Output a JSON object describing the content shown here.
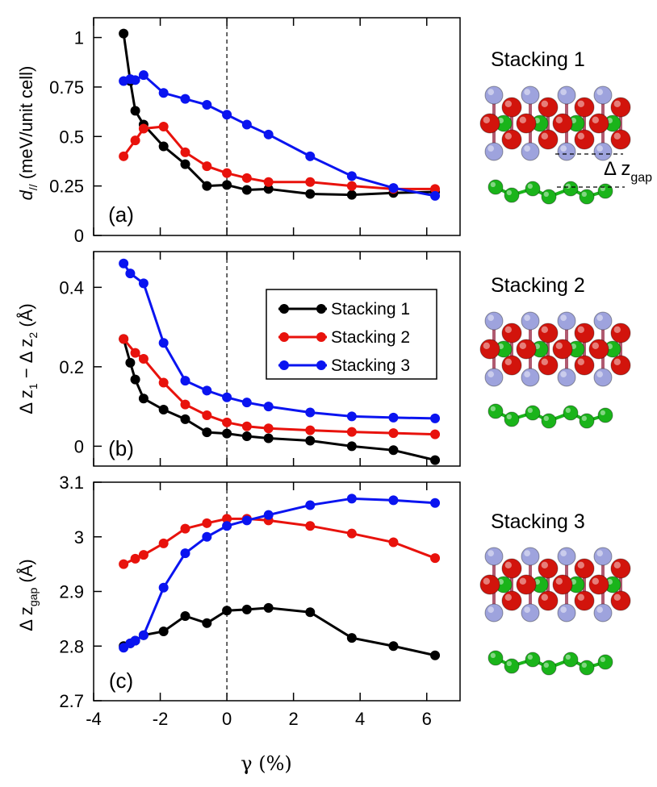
{
  "colors": {
    "s1": "#000000",
    "s2": "#e8120c",
    "s3": "#0a14f0",
    "N": "#9ea3dd",
    "metal": "#d2140c",
    "green": "#1ab41a"
  },
  "x_axis": {
    "label": "γ (%)",
    "ticks": [
      {
        "v": -4,
        "t": "-4"
      },
      {
        "v": -2,
        "t": "-2"
      },
      {
        "v": 0,
        "t": "0"
      },
      {
        "v": 2,
        "t": "2"
      },
      {
        "v": 4,
        "t": "4"
      },
      {
        "v": 6,
        "t": "6"
      }
    ]
  },
  "legend": {
    "items": [
      "Stacking 1",
      "Stacking 2",
      "Stacking 3"
    ]
  },
  "structures": {
    "s1_label": "Stacking 1",
    "s2_label": "Stacking 2",
    "s3_label": "Stacking 3",
    "dz_text": "Δ z",
    "dz_sub": "gap"
  },
  "chart_data": [
    {
      "type": "line",
      "panel_label": "(a)",
      "ylabel": "d// (meV/unit cell)",
      "xlim": [
        -4,
        7
      ],
      "ylim": [
        0,
        1.1
      ],
      "yticks": [
        {
          "v": 0,
          "t": "0"
        },
        {
          "v": 0.25,
          "t": "0.25"
        },
        {
          "v": 0.5,
          "t": "0.5"
        },
        {
          "v": 0.75,
          "t": "0.75"
        },
        {
          "v": 1,
          "t": "1"
        }
      ],
      "series": [
        {
          "name": "Stacking 1",
          "color": "#000000",
          "x": [
            -3.1,
            -2.9,
            -2.75,
            -2.5,
            -1.9,
            -1.25,
            -0.6,
            0,
            0.6,
            1.25,
            2.5,
            3.75,
            5,
            6.25
          ],
          "y": [
            1.02,
            0.78,
            0.63,
            0.56,
            0.45,
            0.36,
            0.25,
            0.255,
            0.23,
            0.235,
            0.21,
            0.205,
            0.215,
            0.22
          ]
        },
        {
          "name": "Stacking 2",
          "color": "#e8120c",
          "x": [
            -3.1,
            -2.75,
            -2.5,
            -1.9,
            -1.25,
            -0.6,
            0,
            0.6,
            1.25,
            2.5,
            3.75,
            5,
            6.25
          ],
          "y": [
            0.4,
            0.48,
            0.54,
            0.55,
            0.42,
            0.35,
            0.315,
            0.29,
            0.27,
            0.27,
            0.25,
            0.235,
            0.235
          ]
        },
        {
          "name": "Stacking 3",
          "color": "#0a14f0",
          "x": [
            -3.1,
            -2.9,
            -2.75,
            -2.5,
            -1.9,
            -1.25,
            -0.6,
            0,
            0.6,
            1.25,
            2.5,
            3.75,
            5,
            6.25
          ],
          "y": [
            0.78,
            0.79,
            0.785,
            0.81,
            0.72,
            0.69,
            0.66,
            0.61,
            0.56,
            0.51,
            0.4,
            0.3,
            0.24,
            0.2
          ]
        }
      ]
    },
    {
      "type": "line",
      "panel_label": "(b)",
      "ylabel": "Δ z1 − Δ z2 (Å)",
      "xlim": [
        -4,
        7
      ],
      "ylim": [
        -0.05,
        0.49
      ],
      "yticks": [
        {
          "v": 0,
          "t": "0"
        },
        {
          "v": 0.2,
          "t": "0.2"
        },
        {
          "v": 0.4,
          "t": "0.4"
        }
      ],
      "series": [
        {
          "name": "Stacking 1",
          "color": "#000000",
          "x": [
            -3.1,
            -2.9,
            -2.75,
            -2.5,
            -1.9,
            -1.25,
            -0.6,
            0,
            0.6,
            1.25,
            2.5,
            3.75,
            5,
            6.25
          ],
          "y": [
            0.27,
            0.21,
            0.168,
            0.12,
            0.092,
            0.068,
            0.035,
            0.032,
            0.025,
            0.02,
            0.014,
            0.0,
            -0.01,
            -0.035
          ]
        },
        {
          "name": "Stacking 2",
          "color": "#e8120c",
          "x": [
            -3.1,
            -2.75,
            -2.5,
            -1.9,
            -1.25,
            -0.6,
            0,
            0.6,
            1.25,
            2.5,
            3.75,
            5,
            6.25
          ],
          "y": [
            0.27,
            0.235,
            0.22,
            0.16,
            0.105,
            0.078,
            0.06,
            0.05,
            0.045,
            0.04,
            0.036,
            0.033,
            0.03
          ]
        },
        {
          "name": "Stacking 3",
          "color": "#0a14f0",
          "x": [
            -3.1,
            -2.9,
            -2.5,
            -1.9,
            -1.25,
            -0.6,
            0,
            0.6,
            1.25,
            2.5,
            3.75,
            5,
            6.25
          ],
          "y": [
            0.46,
            0.435,
            0.41,
            0.26,
            0.165,
            0.14,
            0.123,
            0.11,
            0.1,
            0.085,
            0.075,
            0.072,
            0.07
          ]
        }
      ]
    },
    {
      "type": "line",
      "panel_label": "(c)",
      "ylabel": "Δ zgap (Å)",
      "xlim": [
        -4,
        7
      ],
      "ylim": [
        2.7,
        3.1
      ],
      "yticks": [
        {
          "v": 2.7,
          "t": "2.7"
        },
        {
          "v": 2.8,
          "t": "2.8"
        },
        {
          "v": 2.9,
          "t": "2.9"
        },
        {
          "v": 3.0,
          "t": "3"
        },
        {
          "v": 3.1,
          "t": "3.1"
        }
      ],
      "series": [
        {
          "name": "Stacking 1",
          "color": "#000000",
          "x": [
            -3.1,
            -2.9,
            -2.75,
            -2.5,
            -1.9,
            -1.25,
            -0.6,
            0,
            0.6,
            1.25,
            2.5,
            3.75,
            5,
            6.25
          ],
          "y": [
            2.8,
            2.805,
            2.81,
            2.82,
            2.827,
            2.855,
            2.842,
            2.865,
            2.867,
            2.87,
            2.862,
            2.815,
            2.8,
            2.783
          ]
        },
        {
          "name": "Stacking 2",
          "color": "#e8120c",
          "x": [
            -3.1,
            -2.75,
            -2.5,
            -1.9,
            -1.25,
            -0.6,
            0,
            0.6,
            1.25,
            2.5,
            3.75,
            5,
            6.25
          ],
          "y": [
            2.95,
            2.96,
            2.967,
            2.988,
            3.015,
            3.025,
            3.033,
            3.033,
            3.03,
            3.02,
            3.006,
            2.99,
            2.961
          ]
        },
        {
          "name": "Stacking 3",
          "color": "#0a14f0",
          "x": [
            -3.1,
            -2.9,
            -2.75,
            -2.5,
            -1.9,
            -1.25,
            -0.6,
            0,
            0.6,
            1.25,
            2.5,
            3.75,
            5,
            6.25
          ],
          "y": [
            2.797,
            2.805,
            2.81,
            2.82,
            2.907,
            2.97,
            3.0,
            3.02,
            3.03,
            3.04,
            3.058,
            3.07,
            3.067,
            3.062
          ]
        }
      ]
    }
  ]
}
